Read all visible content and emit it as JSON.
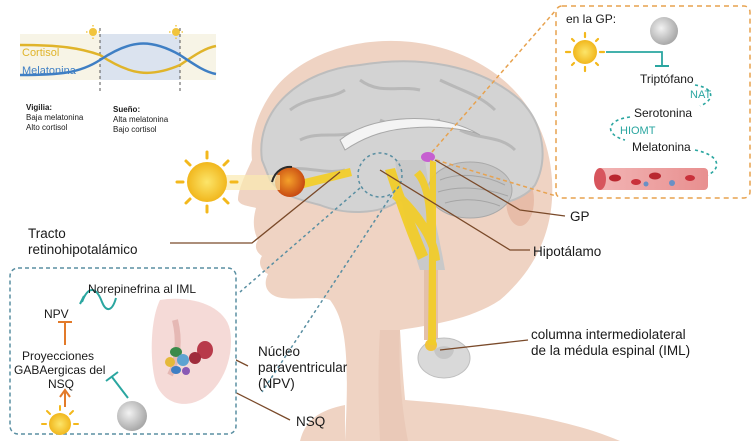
{
  "rhythm_panel": {
    "cortisol_label": "Cortisol",
    "melatonin_label": "Melatonina",
    "wake_title": "Vigilia:",
    "wake_line1": "Baja melatonina",
    "wake_line2": "Alto  cortisol",
    "sleep_title": "Sueño:",
    "sleep_line1": "Alta melatonina",
    "sleep_line2": "Bajo cortisol",
    "cortisol_color": "#e0b42a",
    "melatonin_color": "#3f7fc4"
  },
  "gp_panel": {
    "title": "en la GP:",
    "step1": "Triptófano",
    "enzyme1": "NAT",
    "step2": "Serotonina",
    "enzyme2": "HIOMT",
    "step3": "Melatonina",
    "enzyme_color": "#2aa6a0"
  },
  "labels": {
    "tract_line1": "Tracto",
    "tract_line2": "retinohipotalámico",
    "gp": "GP",
    "hypothalamus": "Hipotálamo",
    "iml_line1": "columna intermediolateral",
    "iml_line2": "de la médula espinal (IML)",
    "npv_line1": "Núcleo",
    "npv_line2": "paraventricular",
    "npv_line3": "(NPV)",
    "nsq": "NSQ"
  },
  "neural_panel": {
    "norepinephrine": "Norepinefrina al IML",
    "npv": "NPV",
    "proj_line1": "Proyecciones",
    "proj_line2": "GABAergicas del",
    "proj_line3": "NSQ"
  }
}
